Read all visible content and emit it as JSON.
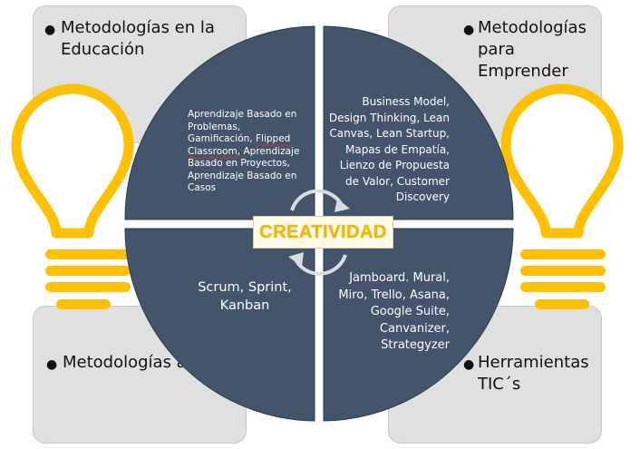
{
  "corners": {
    "top_left": "Metodologías en la Educación",
    "top_right": "Metodologías para Emprender",
    "bottom_left": "Metodologías ágiles",
    "bottom_right": "Herramientas TIC´s"
  },
  "quadrants": {
    "top_left": {
      "before": "Aprendizaje Basado en Problemas, Gamificación, ",
      "flagged": "Flipped Classroom",
      "after": ", Aprendizaje Basado en Proyectos, Aprendizaje Basado en Casos"
    },
    "top_right": "Business Model, Design Thinking, Lean Canvas, Lean Startup, Mapas de Empatía, Lienzo de Propuesta de Valor, Customer Discovery",
    "bottom_left": "Scrum, Sprint, Kanban",
    "bottom_right": "Jamboard. Mural, Miro, Trello, Asana, Google Suite, Canvanizer, Strategyzer"
  },
  "center_label": "CREATIVIDAD",
  "colors": {
    "quadrant_fill": "#44546a",
    "bulb": "#ffc000",
    "box_fill": "#e0e0e0",
    "label_text": "#f5b800"
  },
  "icons": [
    "lightbulb-icon",
    "lightbulb-icon",
    "cycle-arrows-icon"
  ]
}
